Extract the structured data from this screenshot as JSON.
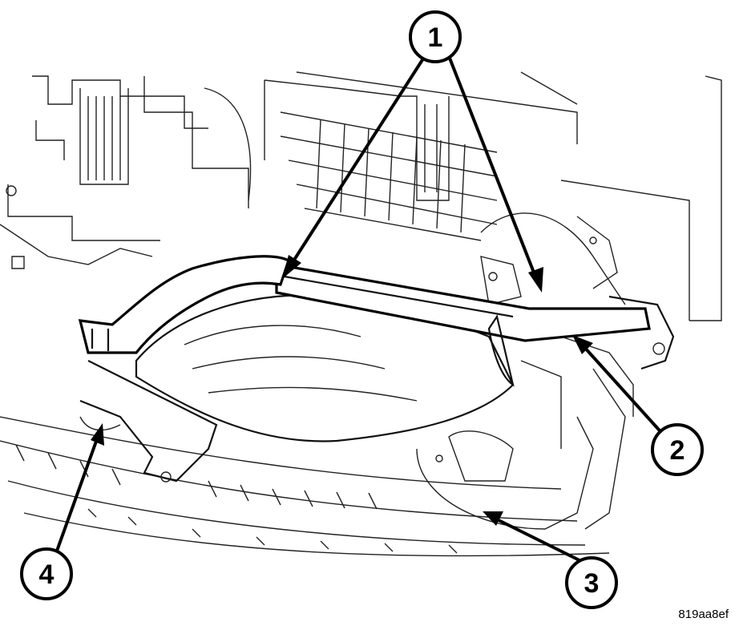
{
  "figure": {
    "id": "819aa8ef",
    "callouts": [
      {
        "label": "1"
      },
      {
        "label": "2"
      },
      {
        "label": "3"
      },
      {
        "label": "4"
      }
    ]
  }
}
